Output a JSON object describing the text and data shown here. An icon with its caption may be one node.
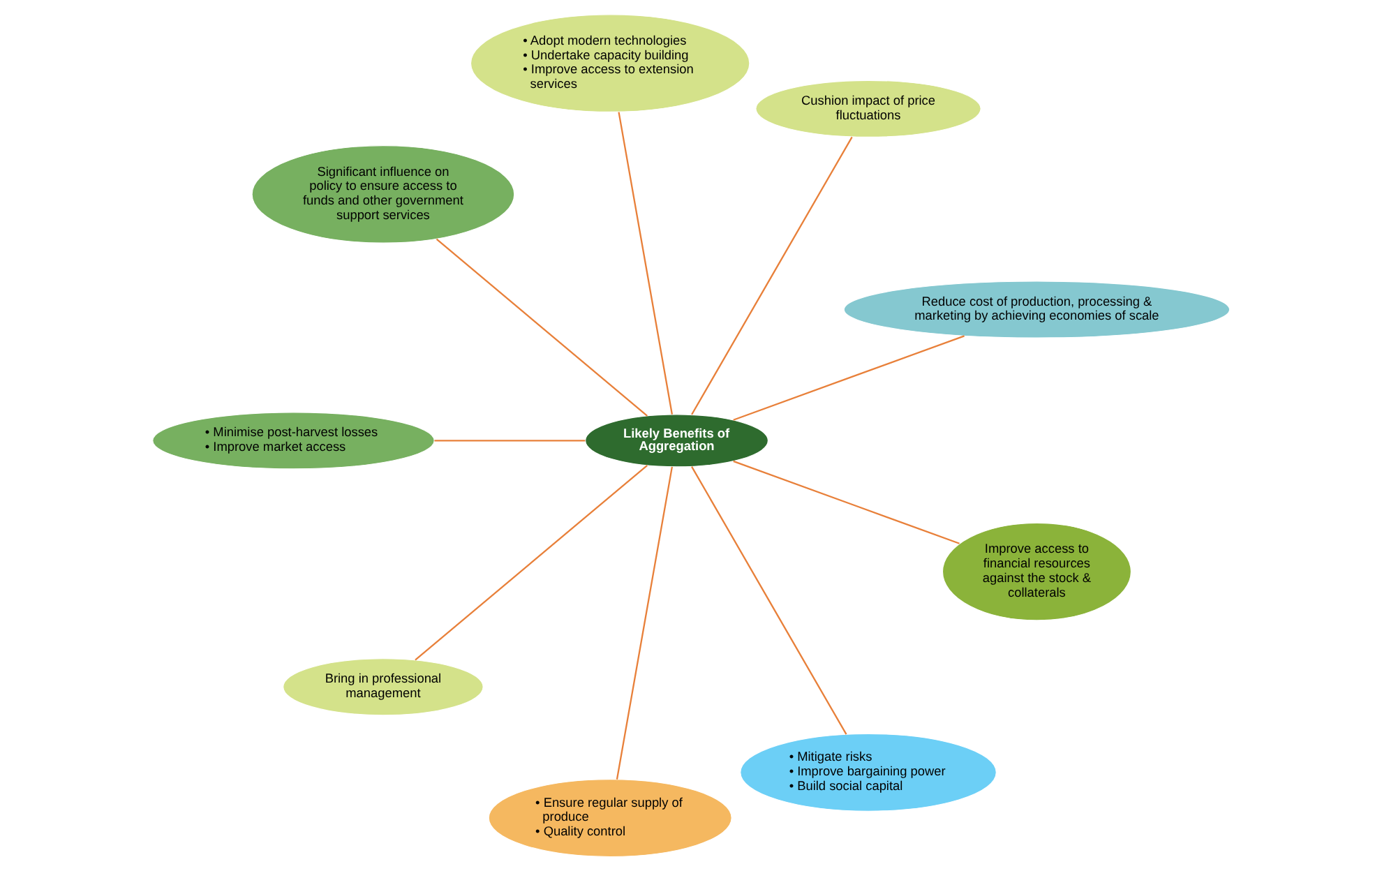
{
  "diagram": {
    "nodes": [
      {
        "text": [
          "Reduce cost of production, processing & marketing by achieving economies of scale"
        ]
      },
      {
        "text": [
          "Cushion impact of price fluctuations"
        ]
      },
      {
        "text": [
          "• Adopt modern technologies",
          "• Undertake capacity building",
          "• Improve access to extension services"
        ]
      },
      {
        "text": [
          "Significant influence on policy to ensure access to funds and other government support services"
        ]
      },
      {
        "text": [
          "Likely Benefits of Aggregation"
        ]
      },
      {
        "text": [
          "• Minimise post-harvest losses",
          "• Improve market access"
        ]
      },
      {
        "text": [
          "Bring in professional management"
        ]
      },
      {
        "text": [
          "• Ensure regular supply of produce",
          "• Quality control"
        ]
      },
      {
        "text": [
          "• Mitigate risks",
          "• Improve bargaining power",
          "• Build social capital"
        ]
      },
      {
        "text": [
          "Improve access to financial resources against the stock & collaterals"
        ]
      }
    ],
    "edges": [
      {
        "from": 4,
        "to": 0,
        "arrow": "none"
      },
      {
        "from": 4,
        "to": 2,
        "arrow": "none"
      },
      {
        "from": 4,
        "to": 5,
        "arrow": "none"
      },
      {
        "from": 4,
        "to": 7,
        "arrow": "none"
      },
      {
        "from": 4,
        "to": 9,
        "arrow": "none"
      },
      {
        "from": 4,
        "to": 8,
        "arrow": "none"
      },
      {
        "from": 4,
        "to": 6,
        "arrow": "none"
      },
      {
        "from": 4,
        "to": 3,
        "arrow": "none"
      },
      {
        "from": 4,
        "to": 1,
        "arrow": "none"
      }
    ]
  }
}
